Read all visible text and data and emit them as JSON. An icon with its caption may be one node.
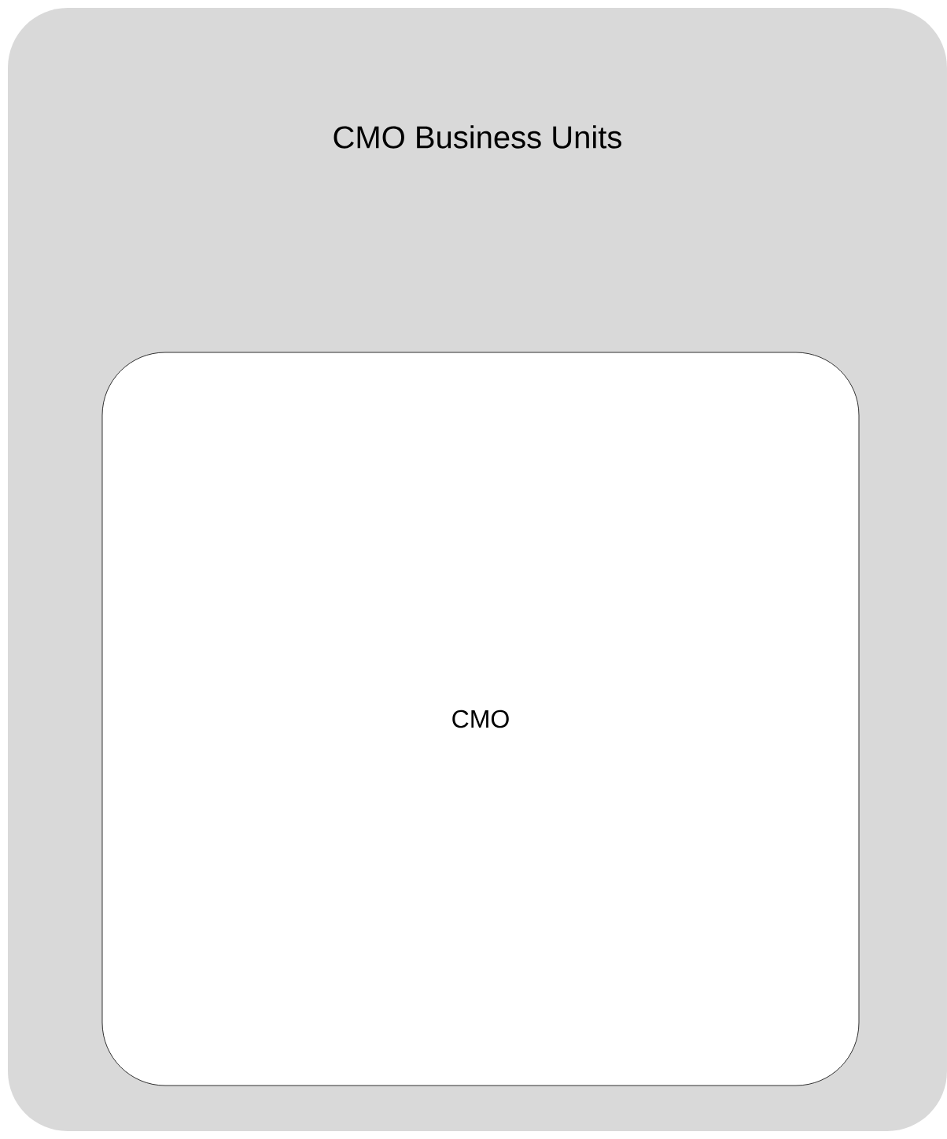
{
  "diagram": {
    "nodes": [
      {
        "text": [
          "CMO Business Units"
        ]
      },
      {
        "text": [
          "CMO"
        ],
        "in": 0
      }
    ]
  }
}
